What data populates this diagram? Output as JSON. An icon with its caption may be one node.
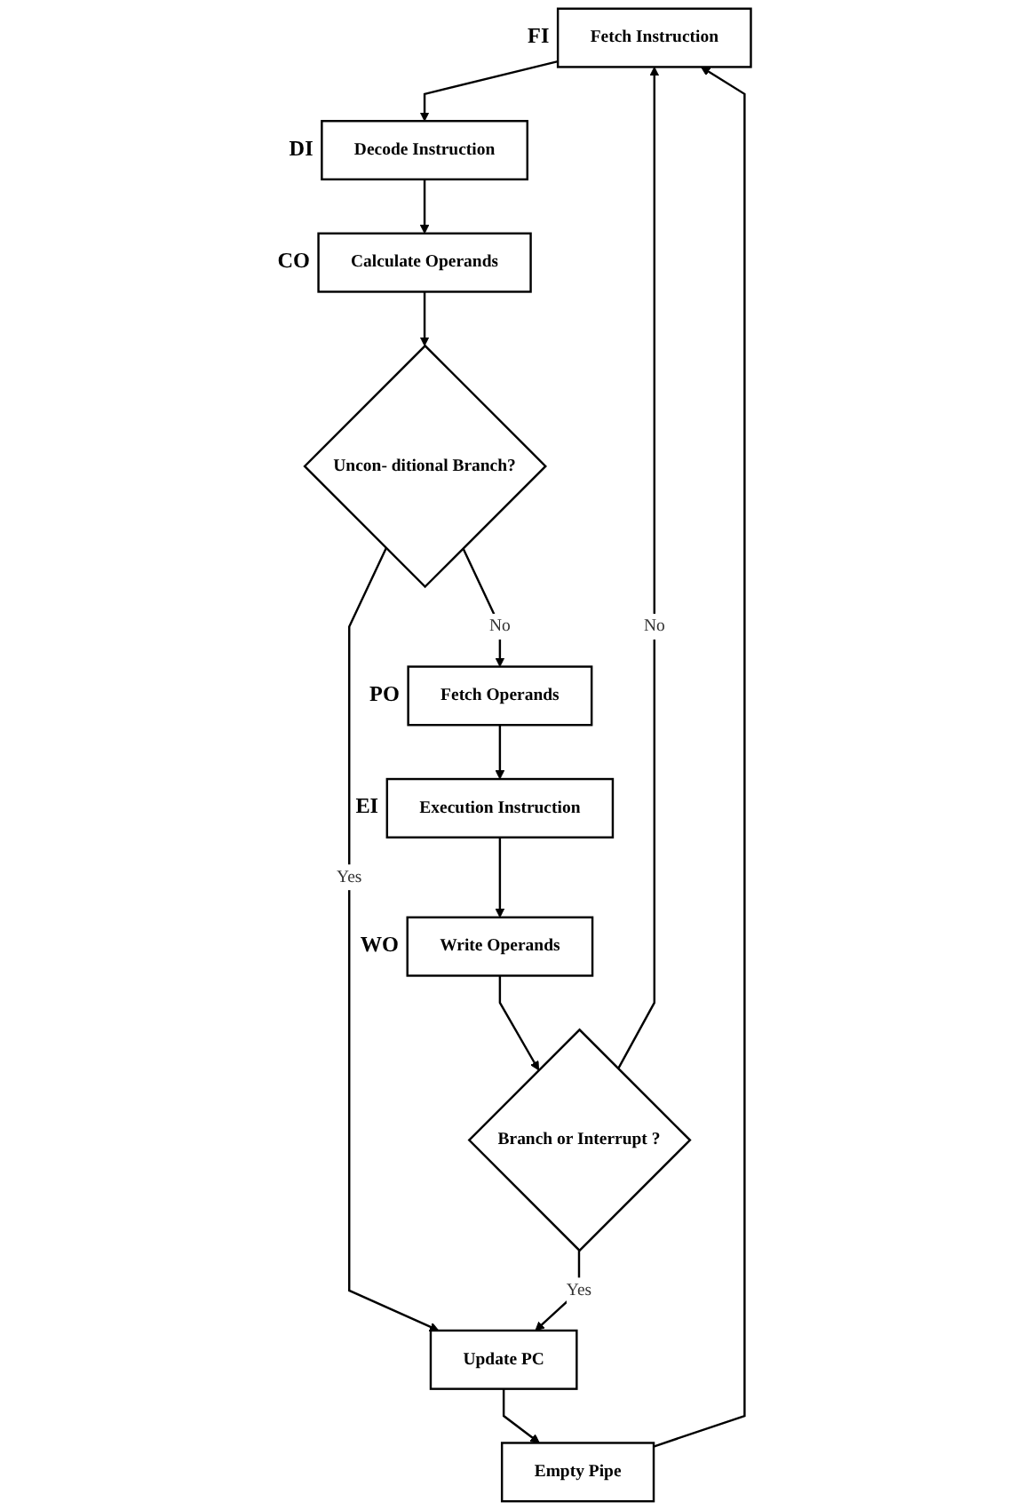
{
  "diagram": {
    "nodes": [
      {
        "text": [
          "Fetch Instruction"
        ],
        "beside": [
          "FI"
        ]
      },
      {
        "text": [
          "Decode Instruction"
        ],
        "beside": [
          "DI"
        ]
      },
      {
        "text": [
          "Calculate Operands"
        ],
        "beside": [
          "CO"
        ]
      },
      {
        "text": [
          "Uncon- ditional Branch?"
        ]
      },
      {
        "text": [
          "Fetch Operands"
        ],
        "beside": [
          "PO"
        ]
      },
      {
        "text": [
          "Execution Instruction"
        ],
        "beside": [
          "EI"
        ]
      },
      {
        "text": [
          "Write Operands"
        ],
        "beside": [
          "WO"
        ]
      },
      {
        "text": [
          "Branch or Interrupt ?"
        ]
      },
      {
        "text": [
          "Update PC"
        ]
      },
      {
        "text": [
          "Empty Pipe"
        ]
      }
    ],
    "edges": [
      {
        "from": 0,
        "to": 1,
        "arrow": "to"
      },
      {
        "from": 1,
        "to": 2,
        "arrow": "to"
      },
      {
        "from": 2,
        "to": 3,
        "arrow": "to"
      },
      {
        "from": 3,
        "to": 8,
        "arrow": "to",
        "label": "Yes"
      },
      {
        "from": 3,
        "to": 4,
        "arrow": "to",
        "label": "No"
      },
      {
        "from": 4,
        "to": 5,
        "arrow": "to"
      },
      {
        "from": 5,
        "to": 6,
        "arrow": "to"
      },
      {
        "from": 6,
        "to": 7,
        "arrow": "to"
      },
      {
        "from": 7,
        "to": 8,
        "arrow": "to",
        "label": "Yes"
      },
      {
        "from": 7,
        "to": 0,
        "arrow": "to",
        "label": "No"
      },
      {
        "from": 8,
        "to": 9,
        "arrow": "to"
      },
      {
        "from": 9,
        "to": 0,
        "arrow": "to"
      }
    ]
  }
}
